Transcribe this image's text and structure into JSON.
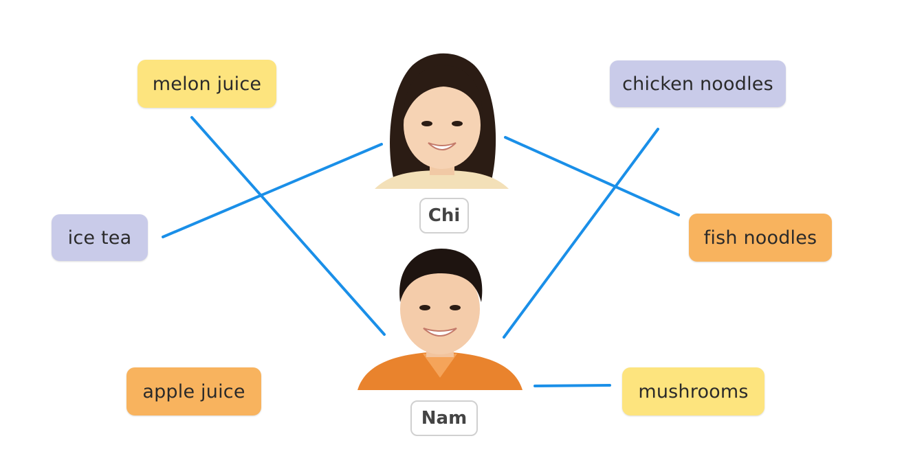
{
  "colors": {
    "yellow": "#fde47e",
    "lavender": "#c9cbe9",
    "orange": "#f8b35e",
    "line": "#1a8fe8"
  },
  "people": {
    "chi": {
      "name": "Chi"
    },
    "nam": {
      "name": "Nam"
    }
  },
  "foods": {
    "melon_juice": "melon juice",
    "ice_tea": "ice tea",
    "apple_juice": "apple juice",
    "chicken_noodles": "chicken noodles",
    "fish_noodles": "fish noodles",
    "mushrooms": "mushrooms"
  },
  "matches": [
    {
      "person": "Chi",
      "item": "ice tea"
    },
    {
      "person": "Chi",
      "item": "fish noodles"
    },
    {
      "person": "Nam",
      "item": "melon juice"
    },
    {
      "person": "Nam",
      "item": "chicken noodles"
    },
    {
      "person": "Nam",
      "item": "mushrooms"
    }
  ]
}
